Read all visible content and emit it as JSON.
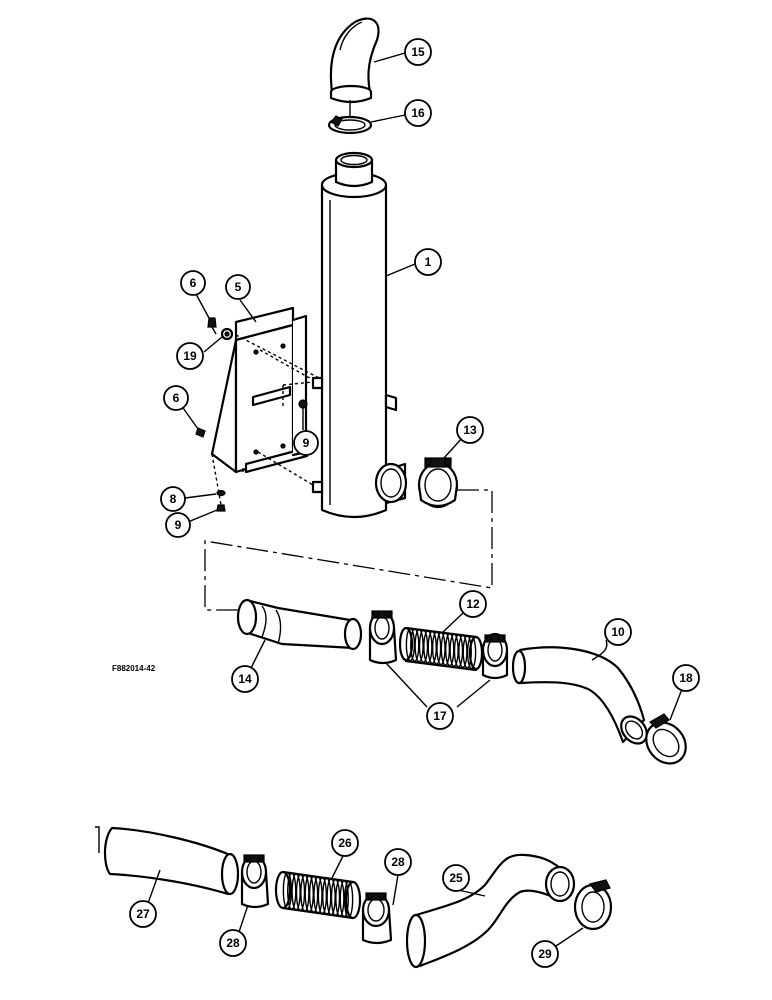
{
  "figure_id": "F882014-42",
  "callouts": [
    "1",
    "5",
    "6",
    "6",
    "8",
    "9",
    "9",
    "10",
    "12",
    "13",
    "14",
    "15",
    "16",
    "17",
    "18",
    "19",
    "25",
    "26",
    "27",
    "28",
    "28",
    "29"
  ],
  "colors": {
    "line": "#000000",
    "background": "#ffffff"
  }
}
